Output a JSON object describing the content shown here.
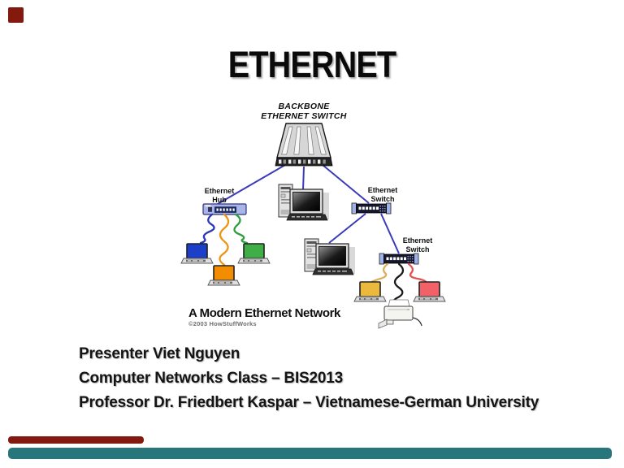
{
  "slide": {
    "title": "ETHERNET",
    "credits": [
      "Presenter Viet Nguyen",
      "Computer Networks Class – BIS2013",
      "Professor Dr. Friedbert Kaspar – Vietnamese-German University"
    ]
  },
  "diagram": {
    "labels": {
      "backbone1": "BACKBONE",
      "backbone2": "ETHERNET SWITCH",
      "hub1": "Ethernet",
      "hub2": "Hub",
      "switch1a": "Ethernet",
      "switch1b": "Switch",
      "switch2a": "Ethernet",
      "switch2b": "Switch"
    },
    "caption": "A Modern Ethernet Network",
    "copyright": "©2003 HowStuffWorks",
    "colors": {
      "link_line": "#3a3abc",
      "cable_blue": "#2a36b8",
      "cable_orange": "#ef9412",
      "cable_green": "#2f9e3f",
      "cable_tan": "#dcaf5a",
      "cable_black": "#1a1a1a",
      "cable_red": "#e05252",
      "laptop_blue": "#1b3fc8",
      "laptop_green": "#3fae47",
      "laptop_orange": "#f28c00",
      "laptop_yellow": "#ecb93f",
      "laptop_red": "#f26167"
    }
  },
  "decorations": {
    "accent_maroon": "#83190f",
    "accent_teal": "#26767c"
  }
}
